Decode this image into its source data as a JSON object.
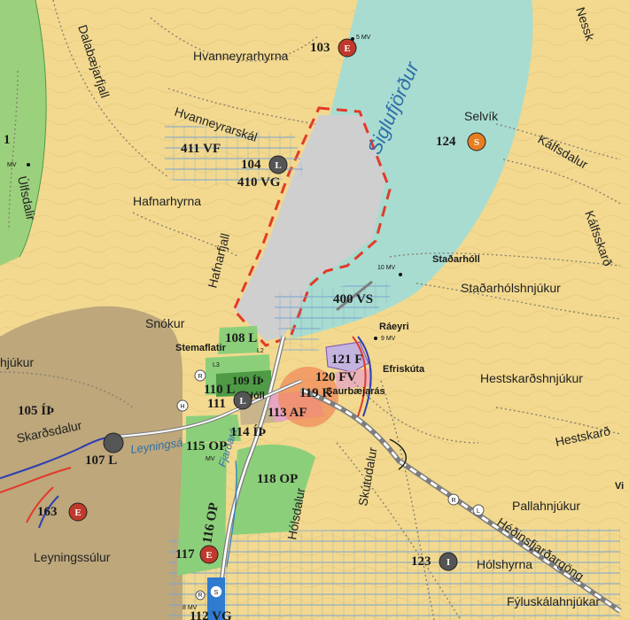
{
  "colors": {
    "land": "#f2d98f",
    "sea": "#a8dcd0",
    "town": "#cfcfcf",
    "green": "#8ccf7a",
    "dark_green": "#4e9a45",
    "brown_zone": "#bda77b",
    "pink": "#e6a6c2",
    "purple": "#c3b3df",
    "orange_circle": "#f08a5a",
    "boundary_red": "#e23a2a",
    "hatch_blue": "#7aa4cf",
    "symbol_gray": "#555555",
    "symbol_red": "#c0392b",
    "symbol_orange": "#e67e22",
    "symbol_blue": "#2e7bcf"
  },
  "places": {
    "dalabaejarfjall": "Dalabæjarfjall",
    "hvanneyrarhyrna": "Hvanneyrarhyrna",
    "hvanneyrarskal": "Hvanneyrarskál",
    "hafnarhyrna": "Hafnarhyrna",
    "hafnarfjall": "Hafnarfjall",
    "ulfsdalir": "Úlfsdalir",
    "nesskn": "Nessk",
    "selvik": "Selvík",
    "kalfsdalur": "Kálfsdalur",
    "kalfsskard": "Kálfsskarð",
    "stadarholl": "Staðarhóll",
    "stadarholshnjukur": "Staðarhólshnjúkur",
    "raeyri": "Ráeyri",
    "efriskuta": "Efriskúta",
    "saurbaejaras": "Saurbæjarás",
    "hestskardshnjukur": "Hestskarðshnjúkur",
    "hestskard": "Hestskarð",
    "pallahnjukur": "Pallahnjúkur",
    "snokur": "Snókur",
    "stemaflatir": "Stemaflatir",
    "hjukur": "hjúkur",
    "skardsdalur": "Skarðsdalur",
    "leyningsa": "Leyningsá",
    "fjardara": "Fjarðará",
    "holsdalur": "Hólsdalur",
    "skutudalur": "Skútudalur",
    "hedinsfjardargong": "Héðinsfjarðargöng",
    "leyningssulur": "Leyningssúlur",
    "holshyrna": "Hólshyrna",
    "fyluskalahnjukar": "Fýluskálahnjúkar",
    "holl": "Hóll",
    "siglufjordur": "Siglufjörður",
    "vi": "Vi"
  },
  "zones": {
    "z103": "103",
    "z124": "124",
    "z411": "411 VF",
    "z104": "104",
    "z410": "410 VG",
    "z400": "400 VS",
    "z108": "108 L",
    "z121": "121 F",
    "z120": "120 FV",
    "z119": "119 K",
    "z109": "109 ÍÞ",
    "z110": "110 L",
    "z111": "111",
    "z113": "113 AF",
    "z114": "114 ÍÞ",
    "z105": "105 ÍÞ",
    "z115": "115 OP",
    "z118": "118 OP",
    "z107": "107 L",
    "z163": "163",
    "z116": "116 OP",
    "z117": "117",
    "z123": "123",
    "z112": "112 VG",
    "z1": "1",
    "zl2": "L2",
    "zl3": "L3"
  },
  "symbols": {
    "e": "E",
    "s": "S",
    "l": "L",
    "i": "I",
    "r": "R",
    "h": "H"
  },
  "elevations": {
    "mv5": "5 MV",
    "mv10": "10 MV",
    "mv9": "9 MV",
    "mv8": "8 MV",
    "mv_left": "MV",
    "mv_115": "MV"
  }
}
